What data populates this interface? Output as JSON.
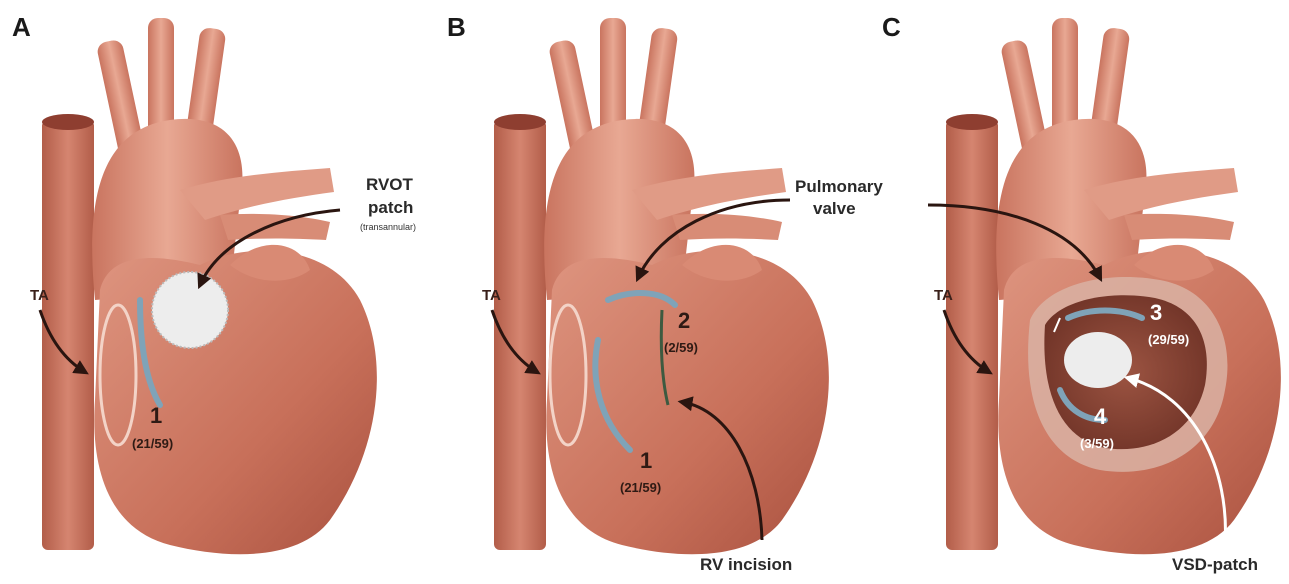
{
  "panels": [
    {
      "letter": "A",
      "ta_label": "TA",
      "annotation_title": "RVOT",
      "annotation_line2": "patch",
      "annotation_sub": "(transannular)",
      "site_number": "1",
      "site_fraction": "(21/59)"
    },
    {
      "letter": "B",
      "ta_label": "TA",
      "annotation_title": "Pulmonary",
      "annotation_line2": "valve",
      "site_number_top": "2",
      "site_fraction_top": "(2/59)",
      "site_number": "1",
      "site_fraction": "(21/59)",
      "bottom_label": "RV incision"
    },
    {
      "letter": "C",
      "ta_label": "TA",
      "site_number_top": "3",
      "site_fraction_top": "(29/59)",
      "site_number": "4",
      "site_fraction": "(3/59)",
      "bottom_label": "VSD-patch"
    }
  ],
  "colors": {
    "heart": "#c9705a",
    "heart_light": "#e3a48f",
    "vessel": "#d7917c",
    "ivc": "#c06a55",
    "conduction": "#7fa3b8",
    "patch": "#ececec",
    "cavity": "#7a3a2e"
  }
}
